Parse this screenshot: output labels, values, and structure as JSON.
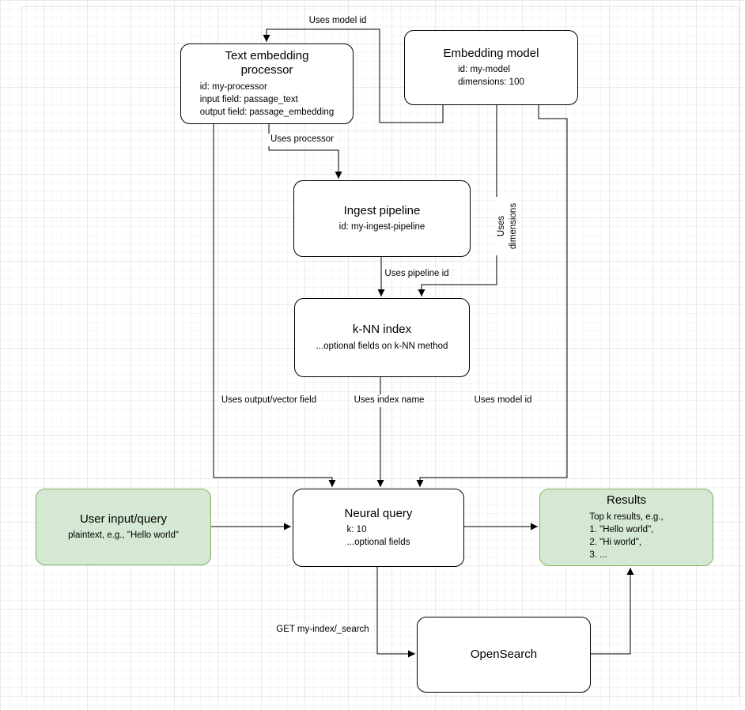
{
  "colors": {
    "node_fill": "#ffffff",
    "node_border": "#000000",
    "highlight_fill": "#d5e8d4",
    "highlight_border": "#82b366",
    "edge_color": "#000000",
    "grid_minor": "#f5f5f5",
    "grid_major": "#e9e9e9"
  },
  "nodes": {
    "text_embedding_processor": {
      "title": "Text embedding processor",
      "lines": [
        "id: my-processor",
        "input field: passage_text",
        "output field: passage_embedding"
      ]
    },
    "embedding_model": {
      "title": "Embedding model",
      "lines": [
        "id: my-model",
        "dimensions: 100"
      ]
    },
    "ingest_pipeline": {
      "title": "Ingest pipeline",
      "lines": [
        "id: my-ingest-pipeline"
      ]
    },
    "knn_index": {
      "title": "k-NN index",
      "lines": [
        "...optional fields on k-NN method"
      ]
    },
    "user_input_query": {
      "title": "User input/query",
      "lines": [
        "plaintext, e.g., \"Hello world\""
      ]
    },
    "neural_query": {
      "title": "Neural query",
      "lines": [
        "k: 10",
        "...optional fields"
      ]
    },
    "results": {
      "title": "Results",
      "lines": [
        "Top k results, e.g.,",
        "1. \"Hello world\",",
        "2. \"Hi world\",",
        "3. ..."
      ]
    },
    "opensearch": {
      "title": "OpenSearch"
    }
  },
  "edge_labels": {
    "uses_model_id_top": "Uses model id",
    "uses_processor": "Uses processor",
    "uses_pipeline_id": "Uses pipeline id",
    "uses_dimensions": "Uses dimensions",
    "uses_output_vector_field": "Uses output/vector field",
    "uses_index_name": "Uses index name",
    "uses_model_id_bottom": "Uses model id",
    "get_my_index_search": "GET my-index/_search"
  }
}
